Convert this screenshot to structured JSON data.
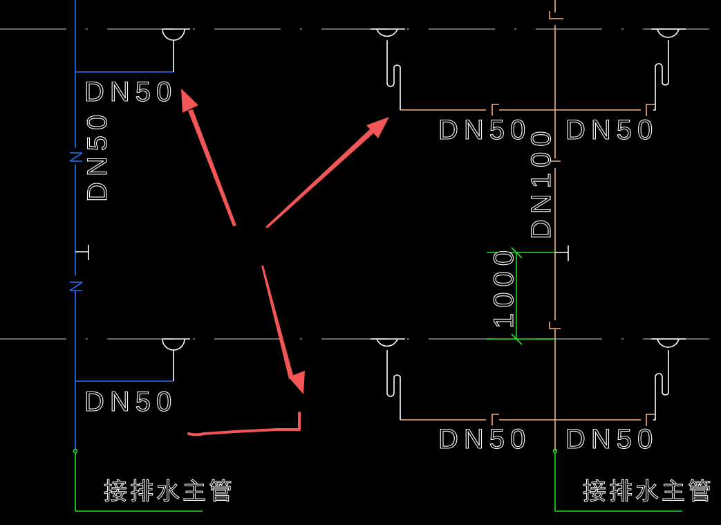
{
  "drawing": {
    "background": "#000000",
    "colors": {
      "grid_axis": "#8c8c8c",
      "fixture": "#ffffff",
      "pipe_left_riser": "#1e78ff",
      "pipe_right": "#f6b07a",
      "dimension": "#22e022",
      "annotation_arrow": "#f25656"
    },
    "labels": {
      "left_top_branch": "DN50",
      "left_riser": "DN50",
      "left_bottom_branch": "DN50",
      "right_top_branch_left": "DN50",
      "right_top_branch_right": "DN50",
      "right_riser": "DN100",
      "right_bottom_branch_left": "DN50",
      "right_bottom_branch_right": "DN50",
      "dimension_value": "1000",
      "left_outlet_note": "接排水主管",
      "right_outlet_note": "接排水主管"
    },
    "annotations": {
      "arrow_count": 3,
      "markup": "hand-drawn red arrows pointing to pipe branches"
    }
  }
}
